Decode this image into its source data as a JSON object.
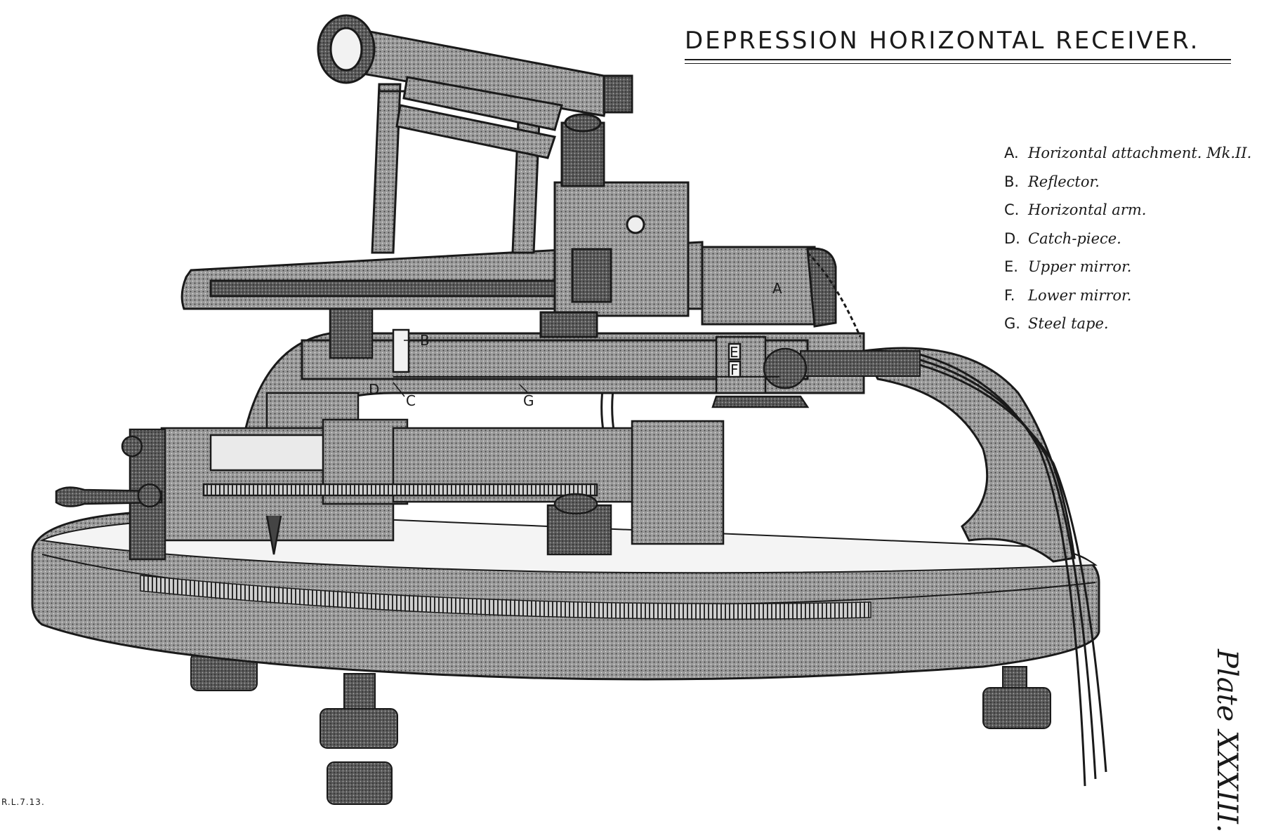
{
  "title": "DEPRESSION HORIZONTAL RECEIVER.",
  "legend": [
    {
      "letter": "A.",
      "text": "Horizontal attachment. Mk.II."
    },
    {
      "letter": "B.",
      "text": "Reflector."
    },
    {
      "letter": "C.",
      "text": "Horizontal arm."
    },
    {
      "letter": "D.",
      "text": "Catch-piece."
    },
    {
      "letter": "E.",
      "text": "Upper mirror."
    },
    {
      "letter": "F.",
      "text": "Lower mirror."
    },
    {
      "letter": "G.",
      "text": "Steel tape."
    }
  ],
  "callouts": {
    "A": "A",
    "B": "B",
    "C": "C",
    "D": "D",
    "E": "E",
    "F": "F",
    "G": "G"
  },
  "plate_number": "Plate XXXIII.",
  "drawing_ref": "R.L.7.13.",
  "colors": {
    "ink": "#1a1a1a",
    "paper": "#ffffff",
    "shade": "#8a8a8a"
  }
}
